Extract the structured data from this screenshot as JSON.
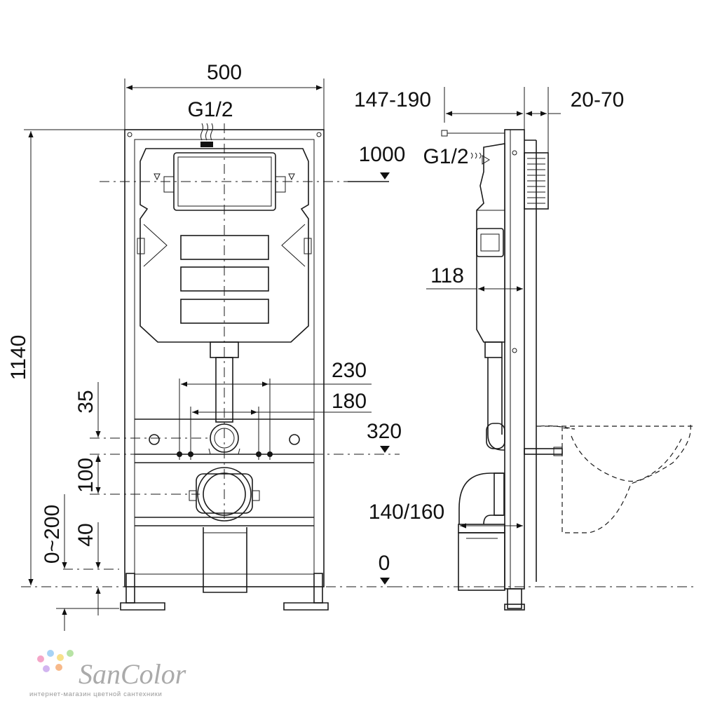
{
  "front_view": {
    "width_label": "500",
    "height_label": "1140",
    "inlet_label": "G1/2",
    "cistern_height_label": "1000",
    "outer_spacing_label": "230",
    "inner_spacing_label": "180",
    "bolt_height_label": "320",
    "offset_35_label": "35",
    "offset_100_label": "100",
    "offset_40_label": "40",
    "leg_adjust_label": "0~200",
    "floor_label": "0"
  },
  "side_view": {
    "frame_depth_label": "147-190",
    "wall_gap_label": "20-70",
    "inlet_label": "G1/2",
    "cistern_depth_label": "118",
    "drain_label": "140/160"
  },
  "watermark": {
    "brand": "SanColor",
    "tagline": "интернет-магазин цветной сантехники",
    "dot_colors": [
      "#f4a6c8",
      "#a7d3f5",
      "#f7e08a",
      "#b7e3a4",
      "#d2b5f0",
      "#f7b98a"
    ]
  }
}
